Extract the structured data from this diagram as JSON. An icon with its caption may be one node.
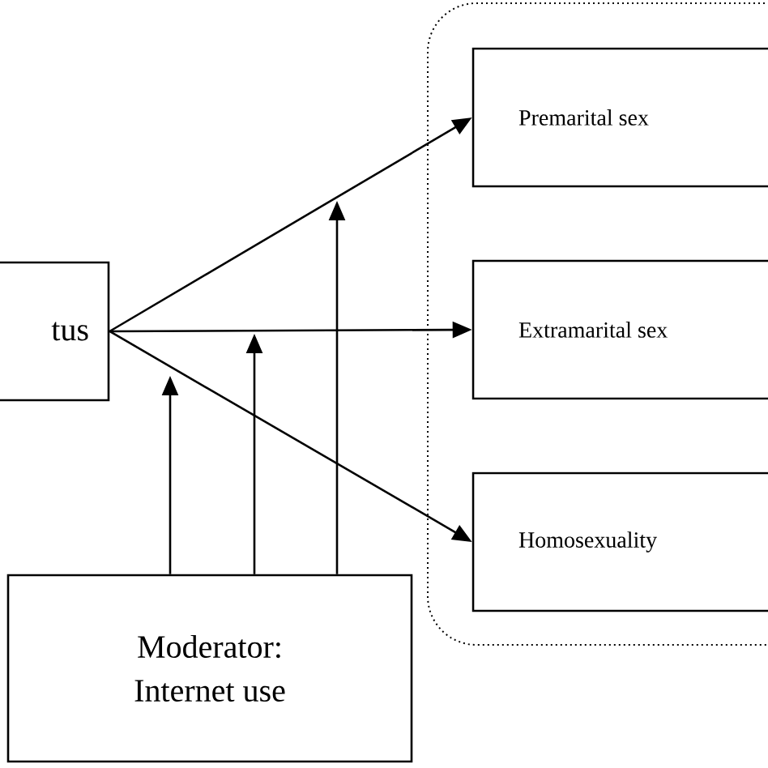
{
  "diagram": {
    "nodes": [
      {
        "text": [
          "tus"
        ]
      },
      {
        "text": [],
        "shape": "box"
      },
      {
        "text": [
          "Premarital sex"
        ],
        "in": 1
      },
      {
        "text": [
          "Extramarital sex"
        ],
        "in": 1
      },
      {
        "text": [
          "Homosexuality"
        ],
        "in": 1
      },
      {
        "text": [
          "Moderator: Internet use"
        ]
      }
    ],
    "edges": [
      {
        "from": 0,
        "to": 2,
        "arrow": "to"
      },
      {
        "from": 0,
        "to": 3,
        "arrow": "to"
      },
      {
        "from": 0,
        "to": 4,
        "arrow": "to"
      },
      {
        "from": 5,
        "to": null,
        "arrow": "to"
      },
      {
        "from": 5,
        "to": null,
        "arrow": "to"
      },
      {
        "from": 5,
        "to": null,
        "arrow": "to"
      }
    ]
  }
}
